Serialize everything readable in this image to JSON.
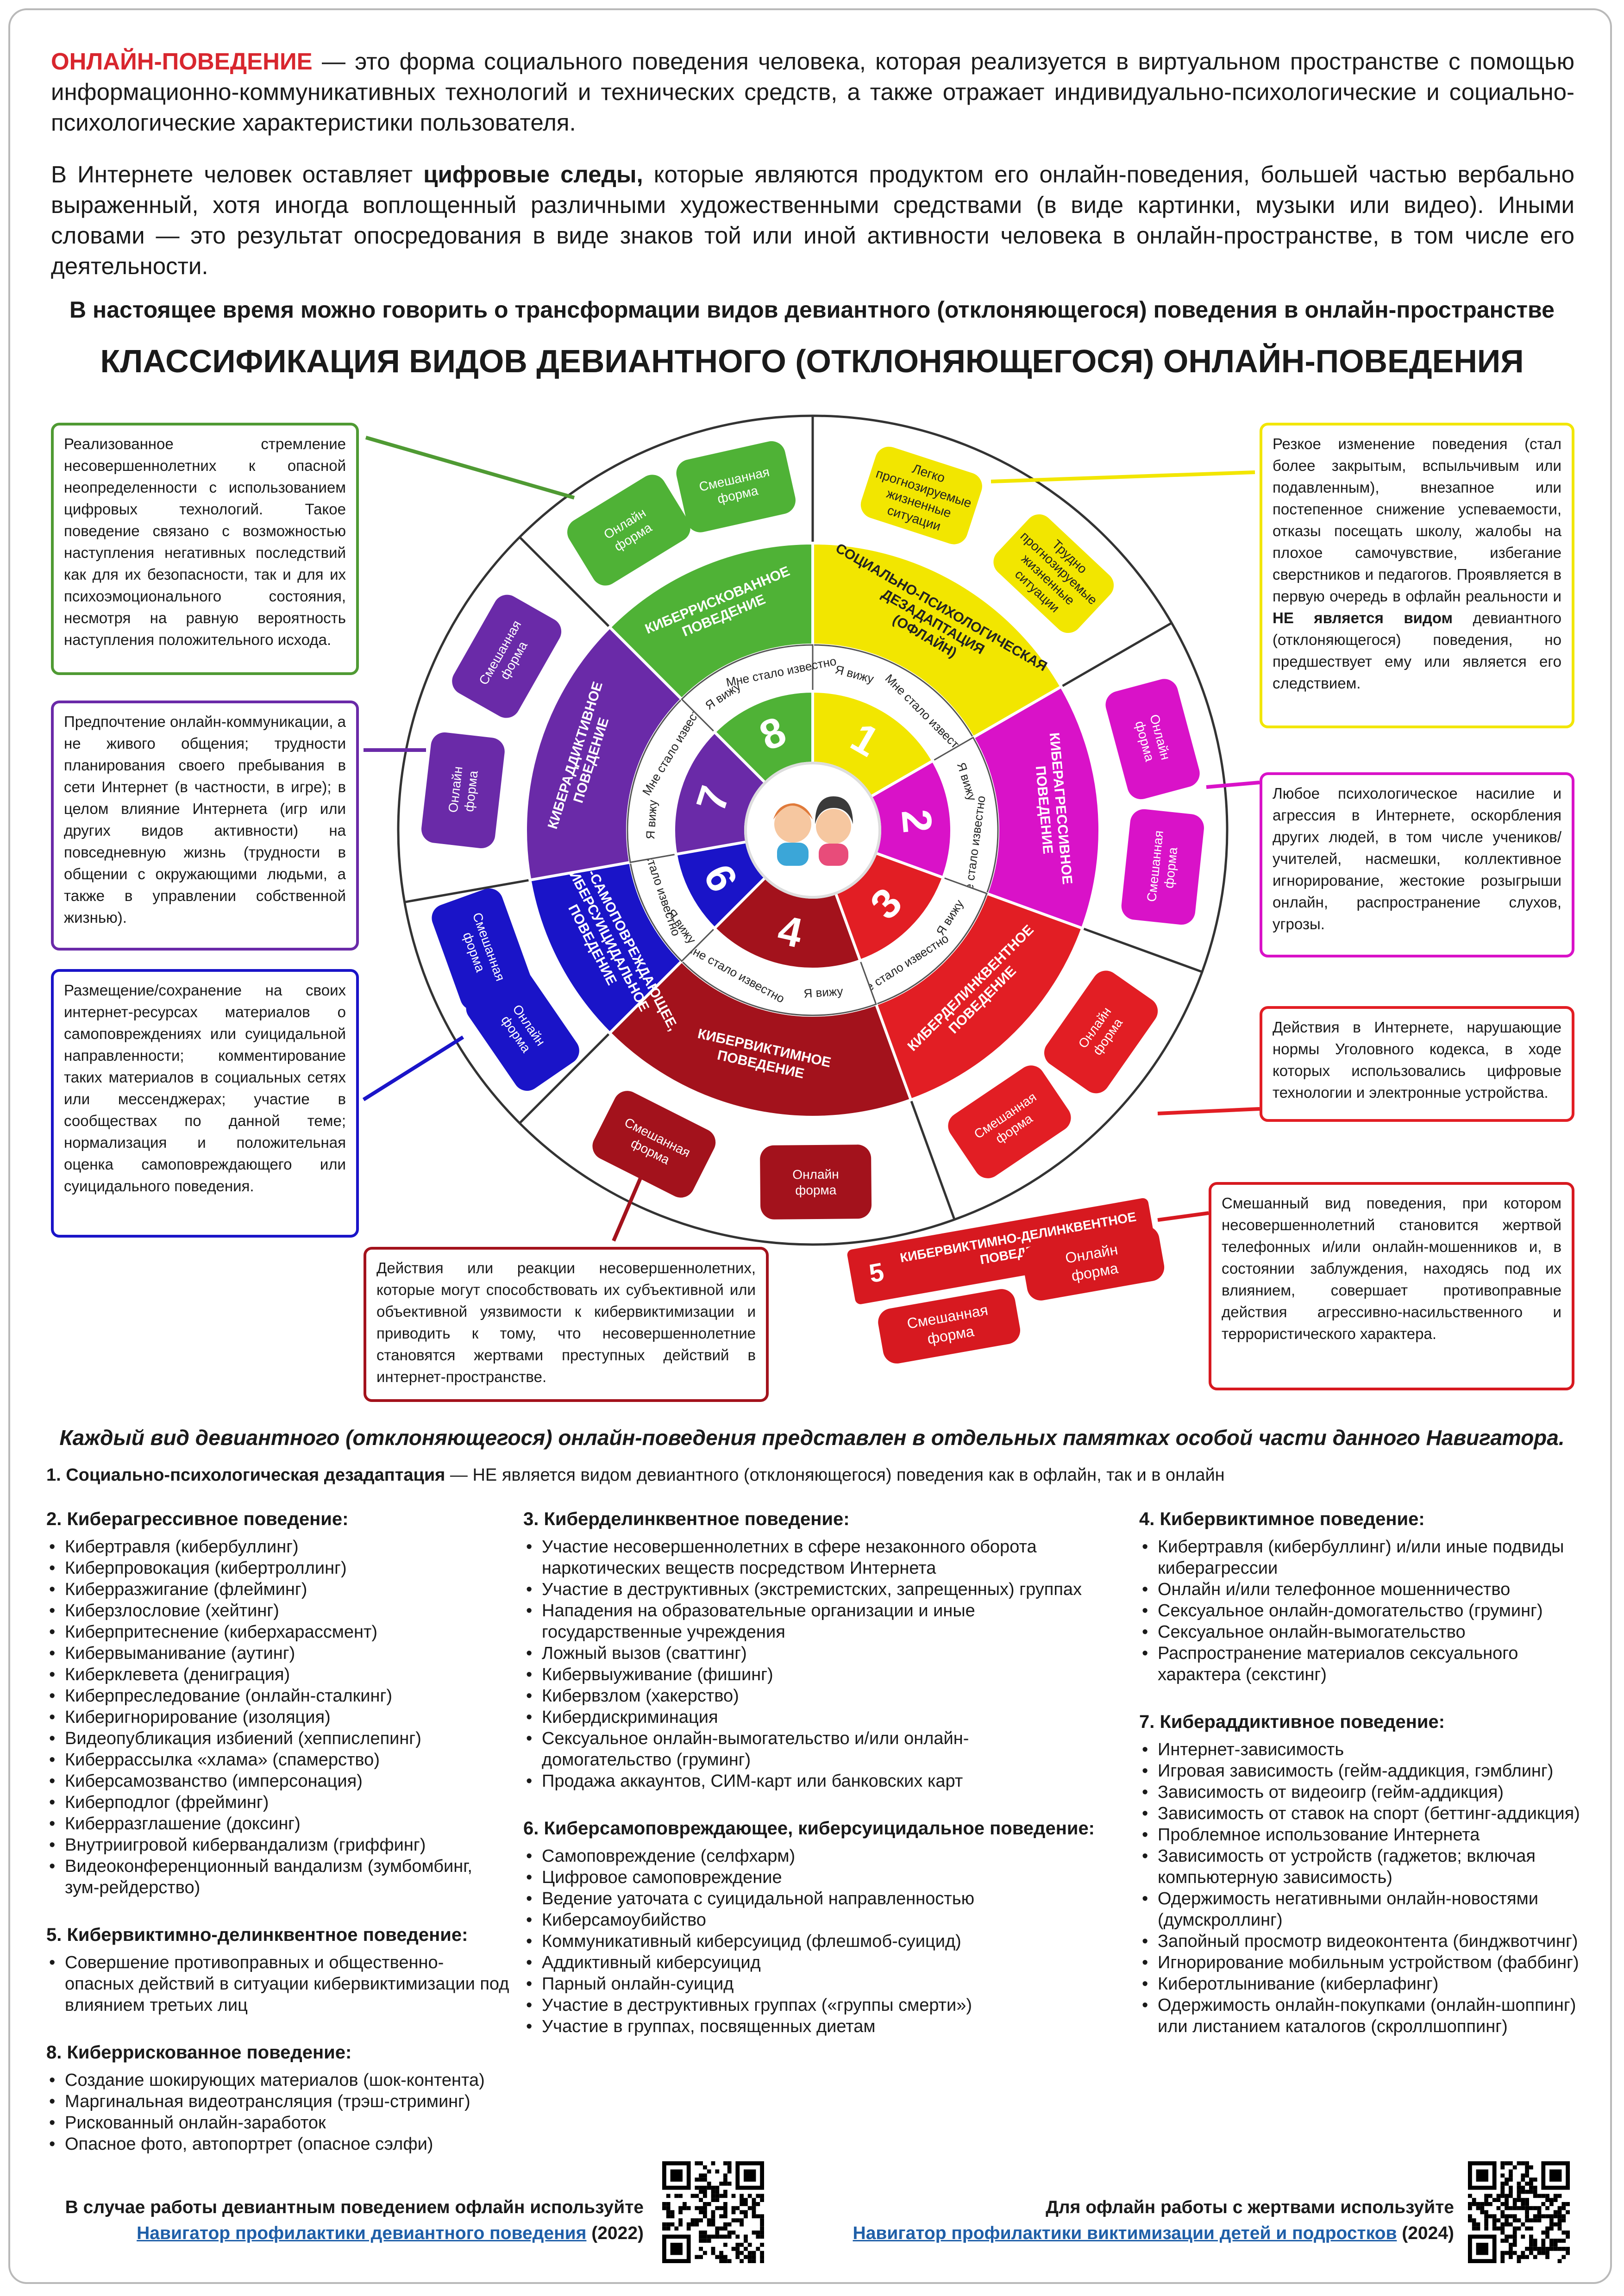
{
  "intro": {
    "p1_term": "ОНЛАЙН-ПОВЕДЕНИЕ",
    "p1_rest": " — это форма социального поведения человека, которая реализуется в виртуальном пространстве с помощью информационно-коммуникативных технологий и технических средств, а также отражает индивидуально-психологические и социально-психологические характеристики пользователя.",
    "p2_a": "В Интернете человек оставляет ",
    "p2_bold": "цифровые следы,",
    "p2_b": " которые являются продуктом его онлайн-поведения, большей частью вербально выраженный, хотя иногда воплощенный различными художественными средствами (в виде картинки, музыки или видео). Иными словами — это результат опосредования в виде знаков той или иной активности человека в онлайн-пространстве, в том числе его деятельности.",
    "subtitle": "В настоящее время можно говорить о трансформации видов девиантного (отклоняющегося) поведения в онлайн-пространстве",
    "title": "КЛАССИФИКАЦИЯ ВИДОВ ДЕВИАНТНОГО (ОТКЛОНЯЮЩЕГОСЯ) ОНЛАЙН-ПОВЕДЕНИЯ"
  },
  "wheel": {
    "inner_labels": {
      "see": "Я вижу",
      "known": "Мне стало известно"
    },
    "sectors": [
      {
        "num": "1",
        "name": "СОЦИАЛЬНО-ПСИХОЛОГИЧЕСКАЯ ДЕЗАДАПТАЦИЯ (ОФЛАЙН)",
        "color": "#f2e600",
        "forms": [
          "Легко прогнозируемые жизненные ситуации",
          "Трудно прогнозируемые жизненные ситуации"
        ]
      },
      {
        "num": "2",
        "name": "КИБЕРАГРЕССИВНОЕ ПОВЕДЕНИЕ",
        "color": "#d912c8",
        "forms": [
          "Онлайн форма",
          "Смешанная форма"
        ]
      },
      {
        "num": "3",
        "name": "КИБЕРДЕЛИНКВЕНТНОЕ ПОВЕДЕНИЕ",
        "color": "#e21e24",
        "forms": [
          "Онлайн форма",
          "Смешанная форма"
        ]
      },
      {
        "num": "4",
        "name": "КИБЕРВИКТИМНОЕ ПОВЕДЕНИЕ",
        "color": "#a3121c",
        "forms": [
          "Онлайн форма",
          "Смешанная форма"
        ]
      },
      {
        "num": "6",
        "name": "КИБЕР-САМОПОВРЕЖДАЮЩЕЕ, КИБЕРСУИЦИДАЛЬНОЕ ПОВЕДЕНИЕ",
        "color": "#1a14c8",
        "forms": [
          "Онлайн форма",
          "Смешанная форма"
        ]
      },
      {
        "num": "7",
        "name": "КИБЕРАДДИКТИВНОЕ ПОВЕДЕНИЕ",
        "color": "#6a2aa8",
        "forms": [
          "Онлайн форма",
          "Смешанная форма"
        ]
      },
      {
        "num": "8",
        "name": "КИБЕРРИСКОВАННОЕ ПОВЕДЕНИЕ",
        "color": "#4fb236",
        "forms": [
          "Онлайн форма",
          "Смешанная форма"
        ]
      }
    ],
    "sector5": {
      "num": "5",
      "name": "КИБЕРВИКТИМНО-ДЕЛИНКВЕНТНОЕ ПОВЕДЕНИЕ",
      "forms": [
        "Онлайн форма",
        "Смешанная форма"
      ]
    }
  },
  "callouts": {
    "c8": "Реализованное стремление несовершеннолетних к опасной неопределенности с использованием цифровых технологий. Такое поведение связано с возможностью наступления негативных последствий как для их безопасности, так и для их психоэмоционального состояния, несмотря на равную вероятность наступления положительного исхода.",
    "c7": "Предпочтение онлайн-коммуникации, а не живого общения; трудности планирования своего пребывания в сети Интернет (в частности, в игре); в целом влияние Интернета (игр или других видов активности) на повседневную жизнь (трудности в общении с окружающими людьми, а также в управлении собственной жизнью).",
    "c6": "Размещение/сохранение на своих интернет-ресурсах материалов о самоповреждениях или суицидальной направленности; комментирование таких материалов в социальных сетях или мессенджерах; участие в сообществах по данной теме; нормализация и положительная оценка самоповреждающего или суицидального поведения.",
    "c4": "Действия или реакции несовершеннолетних, которые могут способствовать их субъективной или объективной уязвимости к кибервиктимизации и приводить к тому, что несовершеннолетние становятся жертвами преступных действий в интернет-пространстве.",
    "c1_a": "Резкое изменение поведения (стал более закрытым, вспыльчивым или подавленным), внезапное или постепенное снижение успеваемости, отказы посещать школу, жалобы на плохое самочувствие, избегание сверстников и педагогов. Проявляется в первую очередь в офлайн реальности и ",
    "c1_bold": "НЕ является видом",
    "c1_b": " девиантного (отклоняющегося) поведения, но предшествует ему или является его следствием.",
    "c2": "Любое психологическое насилие и агрессия в Интернете, оскорбления других людей, в том числе учеников/учителей, насмешки, коллективное игнорирование, жестокие розыгрыши онлайн, распространение слухов, угрозы.",
    "c3": "Действия в Интернете, нарушающие нормы Уголовного кодекса, в ходе которых использовались цифровые технологии и электронные устройства.",
    "c5": "Смешанный вид поведения, при котором несовершеннолетний становится жертвой телефонных и/или онлайн-мошенников и, в состоянии заблуждения, находясь под их влиянием, совершает противоправные действия агрессивно-насильственного и террористического характера."
  },
  "lists": {
    "intro": "Каждый вид девиантного (отклоняющегося) онлайн-поведения представлен в отдельных памятках особой части данного Навигатора.",
    "item1_bold": "1. Социально-психологическая дезадаптация",
    "item1_rest": " — НЕ является видом девиантного (отклоняющегося) поведения как в офлайн, так и в онлайн",
    "col1": [
      {
        "heading": "2. Кибер­агрессивное поведение:",
        "items": [
          "Кибертравля (кибербуллинг)",
          "Киберпровокация (кибертроллинг)",
          "Кибер­разжигание (флейминг)",
          "Киберзлословие (хейтинг)",
          "Киберпритеснение (киберхарассмент)",
          "Кибер­выманивание (аутинг)",
          "Киберклевета (денигрaция)",
          "Кибер­преследование (онлайн-сталкинг)",
          "Кибер­игнорирование (изоляция)",
          "Видеопубликация избиений (хеппислепинг)",
          "Киберрассылка «хлама» (спамерство)",
          "Киберсамозванство (имперсонация)",
          "Киберподлог (фрейминг)",
          "Киберразглашение (доксинг)",
          "Внутриигровой кибервандализм (гриффинг)",
          "Видеоконференционный вандализм (зумбомбинг, зум-рейдерство)"
        ]
      },
      {
        "heading": "5. Кибервиктимно-делинквентное поведение:",
        "items": [
          "Совершение противоправных и общественно-опасных действий в ситуации кибервиктимизации под влиянием третьих лиц"
        ]
      },
      {
        "heading": "8. Киберрискованное поведение:",
        "items": [
          "Создание шокирующих материалов (шок-контента)",
          "Маргинальная видеотрансляция (трэш-стриминг)",
          "Рискованный онлайн-заработок",
          "Опасное фото, автопортрет (опасное сэлфи)"
        ]
      }
    ],
    "col2": [
      {
        "heading": "3. Киберделинквентное поведение:",
        "items": [
          "Участие несовершеннолетних в сфере незаконного оборота наркотических веществ посредством Интернета",
          "Участие в деструктивных (экстремистских, запрещенных) группах",
          "Нападения на образовательные организации и иные государственные учреждения",
          "Ложный вызов (сваттинг)",
          "Кибервыуживание (фишинг)",
          "Кибервзлом (хакерство)",
          "Кибердискриминация",
          "Сексуальное онлайн-вымогательство и/или онлайн-домогательство (груминг)",
          "Продажа аккаунтов, СИМ-карт или банковских карт"
        ]
      },
      {
        "heading": "6. Кибер­самоповреждающее, киберсуицидальное поведение:",
        "items": [
          "Самоповреждение (селфхарм)",
          "Цифровое самоповреждение",
          "Ведение уаточата с суицидальной направленностью",
          "Киберсамоубийство",
          "Коммуникативный киберсуицид (флешмоб-суицид)",
          "Аддиктивный киберсуицид",
          "Парный онлайн-суицид",
          "Участие в деструктивных группах («группы смерти»)",
          "Участие в группах, посвященных диетам"
        ]
      }
    ],
    "col3": [
      {
        "heading": "4. Кибервиктимное поведение:",
        "items": [
          "Кибертравля (кибербуллинг) и/или иные подвиды киберагрессии",
          "Онлайн и/или телефонное мошенничество",
          "Сексуальное онлайн-домогательство (груминг)",
          "Сексуальное онлайн-вымогательство",
          "Распространение материалов сексуального характера (секстинг)"
        ]
      },
      {
        "heading": "7. Кибераддиктивное поведение:",
        "items": [
          "Интернет-зависимость",
          "Игровая зависимость (гейм-аддикция, гэмблинг)",
          "Зависимость от видеоигр (гейм-аддикция)",
          "Зависимость от ставок на спорт (беттинг-аддикция)",
          "Проблемное использование Интернета",
          "Зависимость от устройств (гаджетов; включая компьютерную зависимость)",
          "Одержимость негативными онлайн-новостями (думскроллинг)",
          "Запойный просмотр видеоконтента (бинджвотчинг)",
          "Игнорирование мобильным устройством (фаббинг)",
          "Киберотлынивание (киберлафинг)",
          "Одержимость онлайн-покупками (онлайн-шоппинг) или листанием каталогов (скроллшоппинг)"
        ]
      }
    ]
  },
  "footer": {
    "left_text": "В случае работы девиантным поведением офлайн используйте",
    "left_link": "Навигатор профилактики девиантного поведения",
    "left_year": " (2022)",
    "right_text": "Для офлайн работы с жертвами используйте",
    "right_link": "Навигатор профилактики виктимизации детей и подростков",
    "right_year": " (2024)"
  }
}
